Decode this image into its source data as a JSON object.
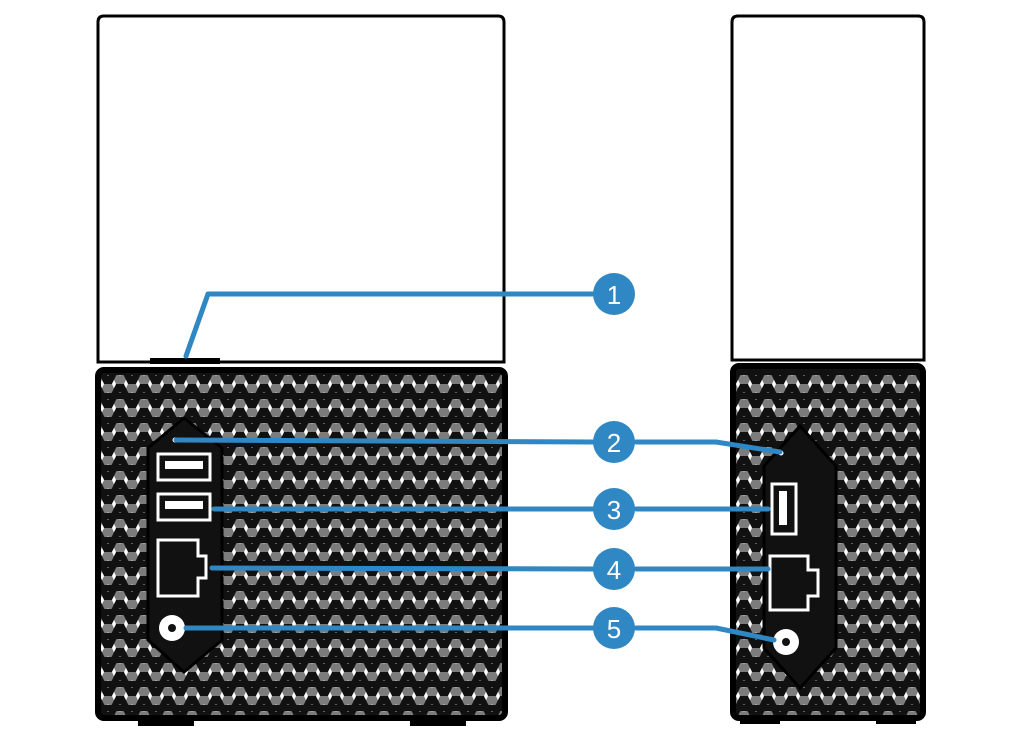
{
  "colors": {
    "accent": "#2f87c4",
    "device_outline": "#000000",
    "device_body": "#ffffff",
    "grille": "#111111"
  },
  "callouts": [
    {
      "label": "1"
    },
    {
      "label": "2"
    },
    {
      "label": "3"
    },
    {
      "label": "4"
    },
    {
      "label": "5"
    }
  ]
}
